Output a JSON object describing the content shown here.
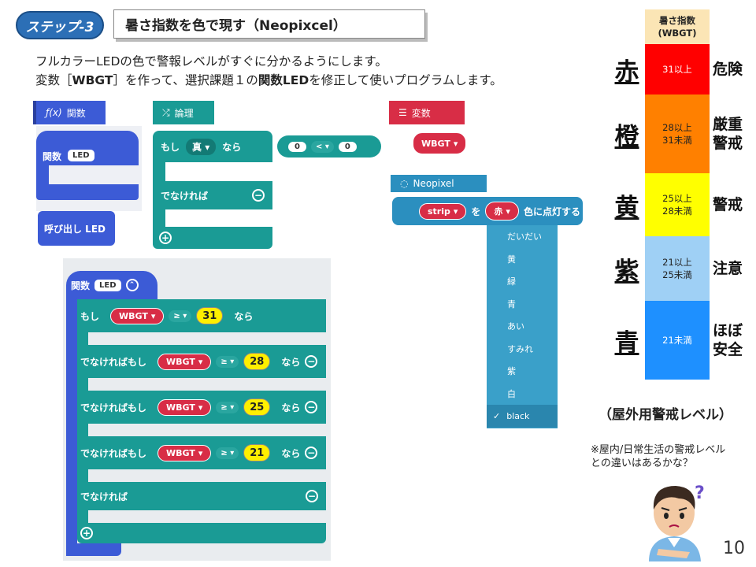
{
  "header": {
    "step": "ステップ-3",
    "title": "暑さ指数を色で現す（Neopixcel）"
  },
  "intro": {
    "line1": "フルカラーLEDの色で警報レベルがすぐに分かるようにします。",
    "line2_a": "変数［",
    "line2_var": "WBGT",
    "line2_b": "］を作って、選択課題１の",
    "line2_func": "関数LED",
    "line2_c": "を修正して使いプログラムします。"
  },
  "palette": {
    "functions": {
      "category": "関数",
      "def_label": "関数",
      "def_name": "LED",
      "call_label": "呼び出し LED"
    },
    "logic": {
      "category": "論理",
      "if_label": "もし",
      "true_value": "真",
      "then_label": "なら",
      "cmp_left": "0",
      "cmp_op": "<",
      "cmp_right": "0",
      "else_label": "でなければ"
    },
    "variables": {
      "category": "変数",
      "var_name": "WBGT"
    },
    "neopixel": {
      "category": "Neopixel",
      "strip_name": "strip",
      "particle": "を",
      "color_value": "赤",
      "action": "色に点灯する",
      "color_options": [
        "だいだい",
        "黄",
        "緑",
        "青",
        "あい",
        "すみれ",
        "紫",
        "白",
        "black"
      ],
      "selected_option": "black"
    }
  },
  "program": {
    "func_label": "関数",
    "func_name": "LED",
    "if_label": "もし",
    "elseif_label": "でなければもし",
    "then_label": "なら",
    "else_label": "でなければ",
    "var": "WBGT",
    "op": "≥",
    "thresholds": [
      "31",
      "28",
      "25",
      "21"
    ]
  },
  "scale": {
    "header": "暑さ指数\n(WBGT)",
    "caption": "（屋外用警戒レベル）",
    "levels": [
      {
        "kanji": "赤",
        "range": "31以上",
        "level": "危険",
        "color": "#ff0000"
      },
      {
        "kanji": "橙",
        "range": "28以上\n31未満",
        "level": "厳重\n警戒",
        "color": "#ff8000"
      },
      {
        "kanji": "黄",
        "range": "25以上\n28未満",
        "level": "警戒",
        "color": "#ffff00"
      },
      {
        "kanji": "紫",
        "range": "21以上\n25未満",
        "level": "注意",
        "color": "#9fd0f5"
      },
      {
        "kanji": "青",
        "range": "21未満",
        "level": "ほぼ\n安全",
        "color": "#1e90ff"
      }
    ]
  },
  "note": {
    "line1": "※屋内/日常生活の警戒レベル",
    "line2": "との違いはあるかな？"
  },
  "page_number": "10"
}
